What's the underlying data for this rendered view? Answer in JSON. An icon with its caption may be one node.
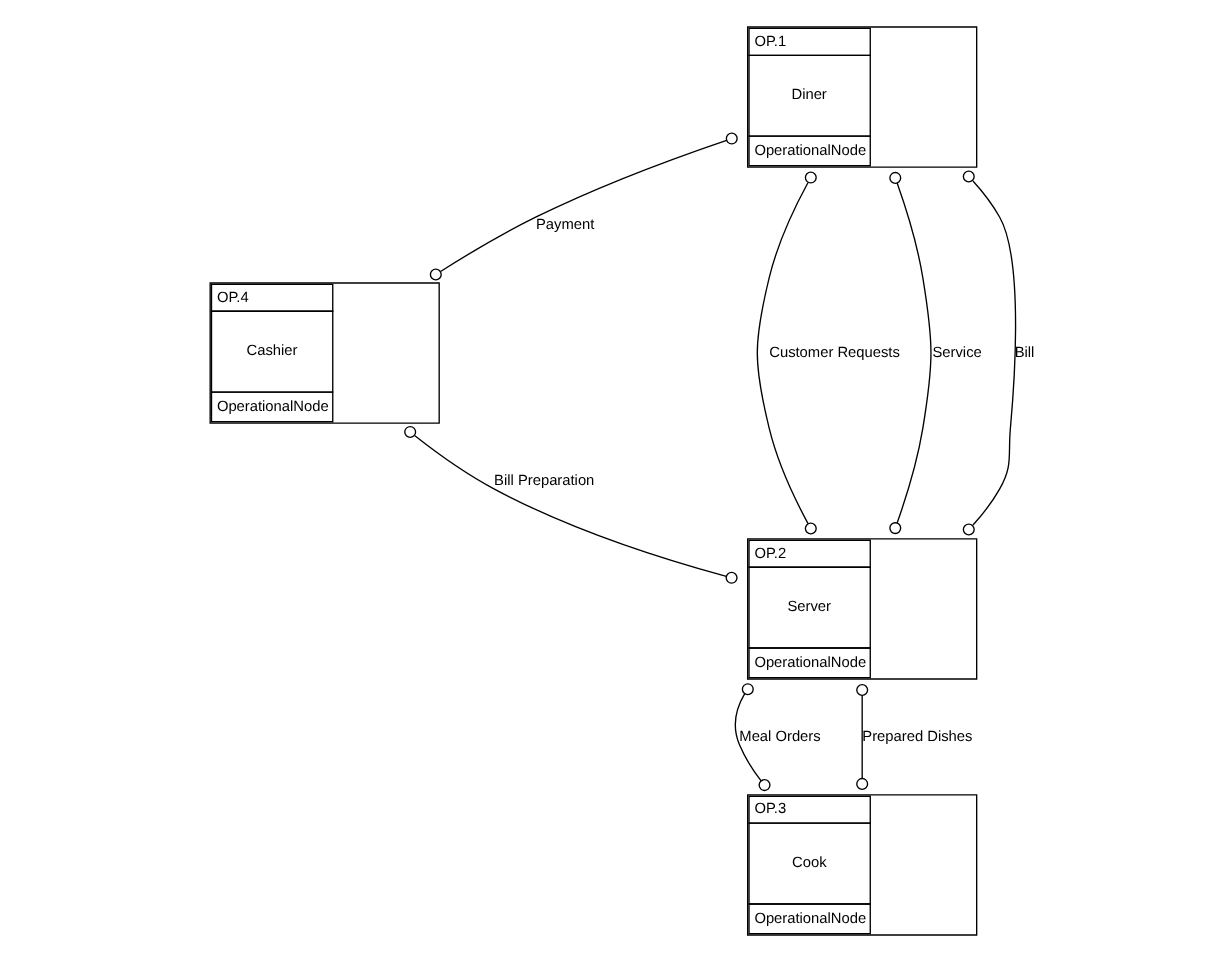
{
  "diagram": {
    "nodes": [
      {
        "text": [
          "OP.1",
          "Diner",
          "OperationalNode"
        ]
      },
      {
        "text": [
          "OP.4",
          "Cashier",
          "OperationalNode"
        ]
      },
      {
        "text": [
          "OP.2",
          "Server",
          "OperationalNode"
        ]
      },
      {
        "text": [
          "OP.3",
          "Cook",
          "OperationalNode"
        ]
      }
    ],
    "edges": [
      {
        "from": 0,
        "to": 2,
        "arrow": "other",
        "label": "Customer Requests"
      },
      {
        "from": 0,
        "to": 2,
        "arrow": "other",
        "label": "Service"
      },
      {
        "from": 0,
        "to": 1,
        "arrow": "other",
        "label": "Payment"
      },
      {
        "from": 0,
        "to": 2,
        "arrow": "other",
        "label": "Bill"
      },
      {
        "from": 1,
        "to": 2,
        "arrow": "other",
        "label": "Bill Preparation"
      },
      {
        "from": 2,
        "to": 3,
        "arrow": "other",
        "label": "Meal Orders"
      },
      {
        "from": 2,
        "to": 3,
        "arrow": "other",
        "label": "Prepared Dishes"
      }
    ]
  }
}
